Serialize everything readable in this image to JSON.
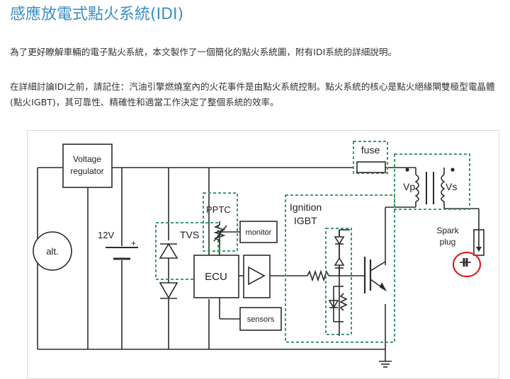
{
  "article": {
    "title": "感應放電式點火系統(IDI)",
    "intro": "為了更好瞭解車輛的電子點火系統，本文製作了一個簡化的點火系統圖，附有IDI系統的詳細說明。",
    "body": "在詳細討論IDI之前，請記住：汽油引擎燃燒室內的火花事件是由點火系統控制。點火系統的核心是點火絕緣閘雙極型電晶體(點火IGBT)，其可靠性、精確性和適當工作決定了整個系統的效率。"
  },
  "diagram": {
    "voltage_regulator": [
      "Voltage",
      "regulator"
    ],
    "alternator": "alt.",
    "battery_voltage": "12V",
    "plus_sign": "+",
    "tvs": "TVS",
    "pptc": "PPTC",
    "monitor": "monitor",
    "ecu": "ECU",
    "sensors": "sensors",
    "ignition_igbt": [
      "Ignition",
      "IGBT"
    ],
    "fuse": "fuse",
    "vp": "Vp",
    "vs": "Vs",
    "spark_plug": [
      "Spark",
      "plug"
    ],
    "colors": {
      "wire": "#2b2b2b",
      "dashed_box": "#3f9a6b",
      "highlight_circle": "#e02020",
      "title": "#3a8fc7"
    }
  }
}
